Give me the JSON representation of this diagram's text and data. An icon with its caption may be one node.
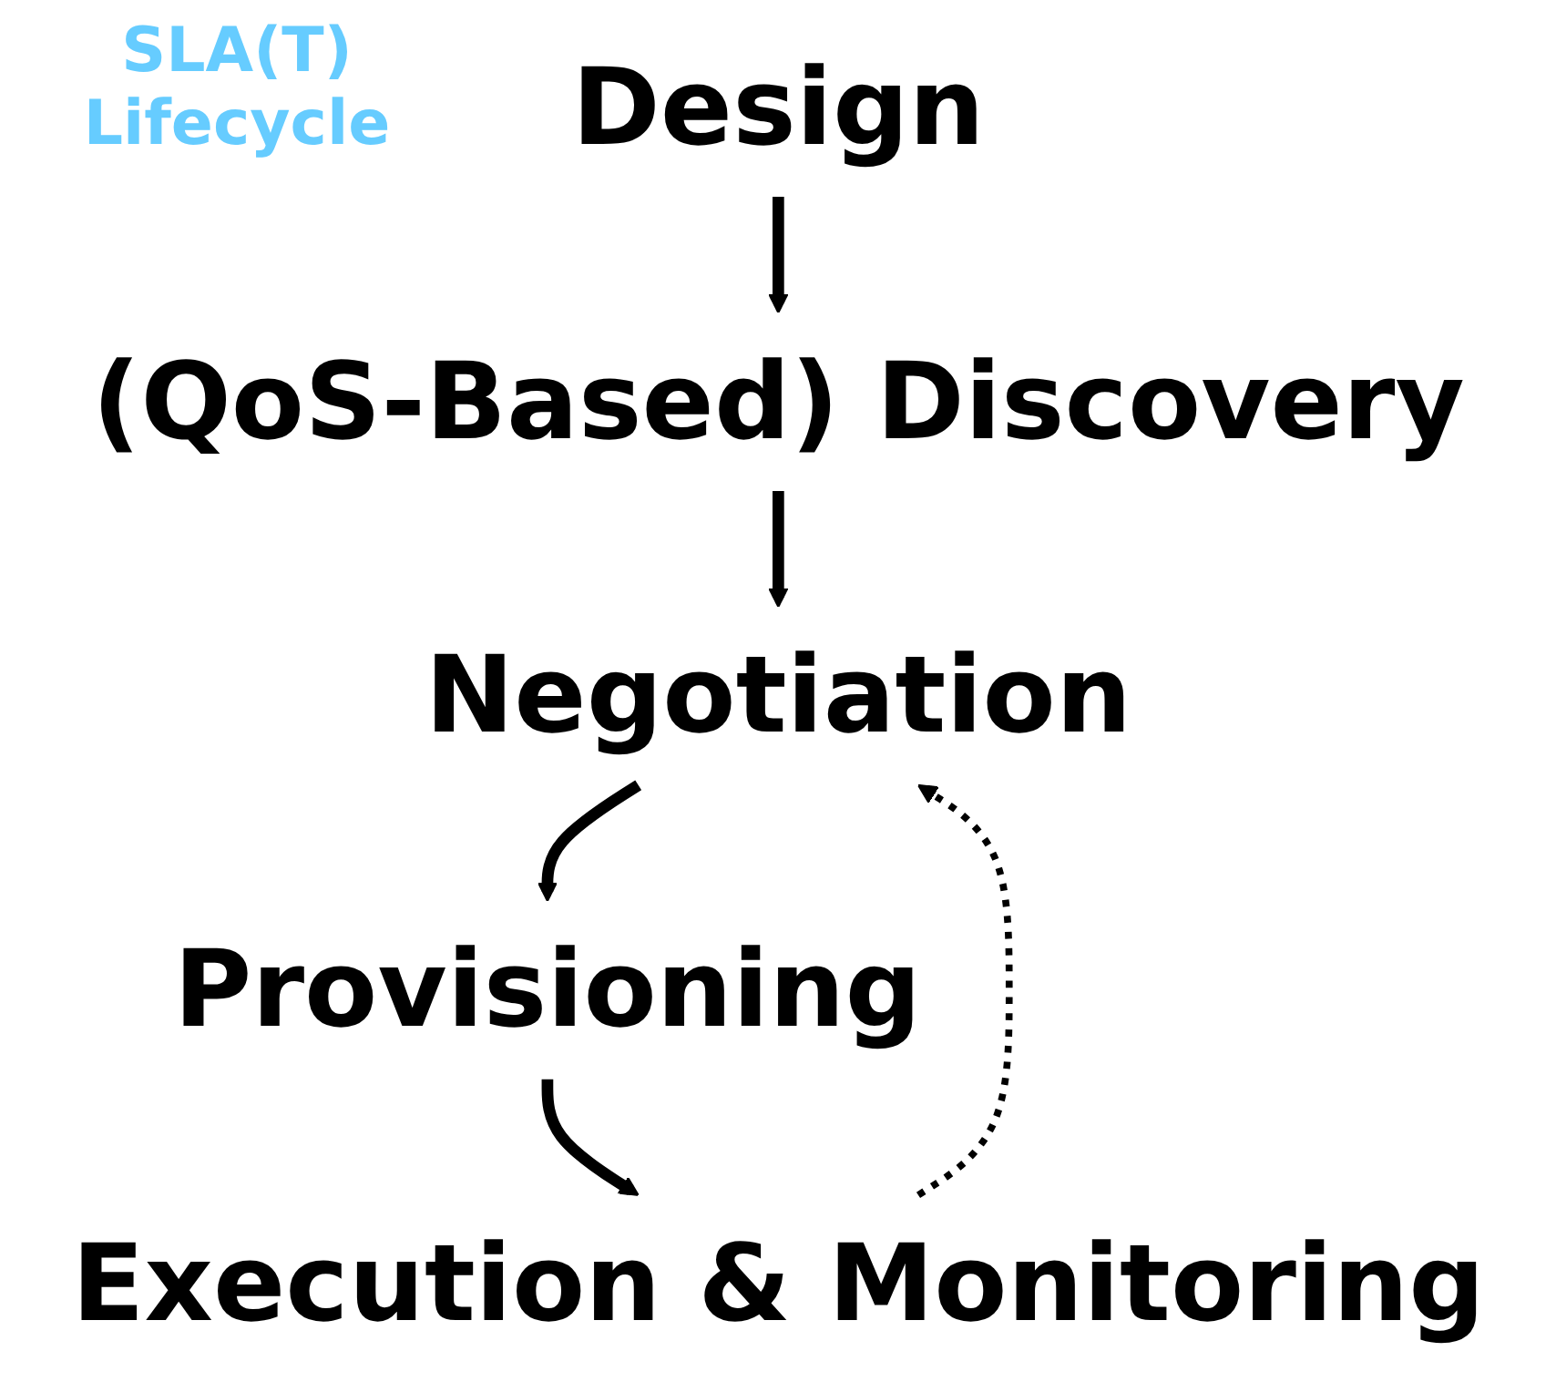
{
  "diagram": {
    "title": "SLA(T) Lifecycle",
    "nodes": [
      {
        "text": [
          "Design"
        ]
      },
      {
        "text": [
          "(QoS-Based) Discovery"
        ]
      },
      {
        "text": [
          "Negotiation"
        ]
      },
      {
        "text": [
          "Provisioning"
        ]
      },
      {
        "text": [
          "Execution & Monitoring"
        ]
      }
    ],
    "edges": [
      {
        "from": 0,
        "to": 1,
        "arrow": "to"
      },
      {
        "from": 1,
        "to": 2,
        "arrow": "to"
      },
      {
        "from": 2,
        "to": 3,
        "arrow": "to"
      },
      {
        "from": 3,
        "to": 4,
        "arrow": "to"
      },
      {
        "from": 4,
        "to": 2,
        "arrow": "to",
        "style": "dashed"
      }
    ]
  }
}
